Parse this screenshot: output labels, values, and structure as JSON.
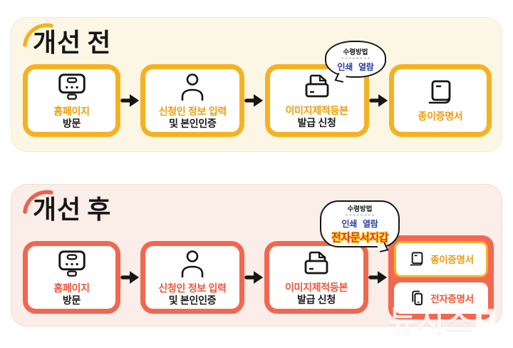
{
  "before": {
    "title_regular": "개선",
    "title_strong": "전",
    "steps": [
      {
        "line1": "홈페이지",
        "line2": "방문"
      },
      {
        "line1": "신청인 정보 입력",
        "line2": "및 본인인증"
      },
      {
        "line1": "이미지제적등본",
        "line2": "발급 신청"
      },
      {
        "line1": "종이증명서"
      }
    ],
    "bubble": {
      "header": "수령방법",
      "option1": "인쇄",
      "option2": "열람"
    }
  },
  "after": {
    "title_regular": "개선",
    "title_strong": "후",
    "steps": [
      {
        "line1": "홈페이지",
        "line2": "방문"
      },
      {
        "line1": "신청인 정보 입력",
        "line2": "및 본인인증"
      },
      {
        "line1": "이미지제적등본",
        "line2": "발급 신청"
      }
    ],
    "bubble": {
      "header": "수령방법",
      "option1": "인쇄",
      "option2": "열람",
      "highlight": "전자문서지갑"
    },
    "results": [
      {
        "label": "종이증명서"
      },
      {
        "label": "전자증명서"
      }
    ]
  },
  "watermark": {
    "text": "뉴시스"
  },
  "colors": {
    "before_accent": "#F4B223",
    "before_label": "#EE9D0C",
    "before_bg": "#FCF7E4",
    "after_accent": "#F2674F",
    "after_label": "#ED5638",
    "after_bg": "#FBEDE8",
    "bubble_option_blue": "#2A3DA5",
    "bubble_highlight_red": "#E8321E",
    "bubble_highlight_outline": "#FFD72E"
  }
}
